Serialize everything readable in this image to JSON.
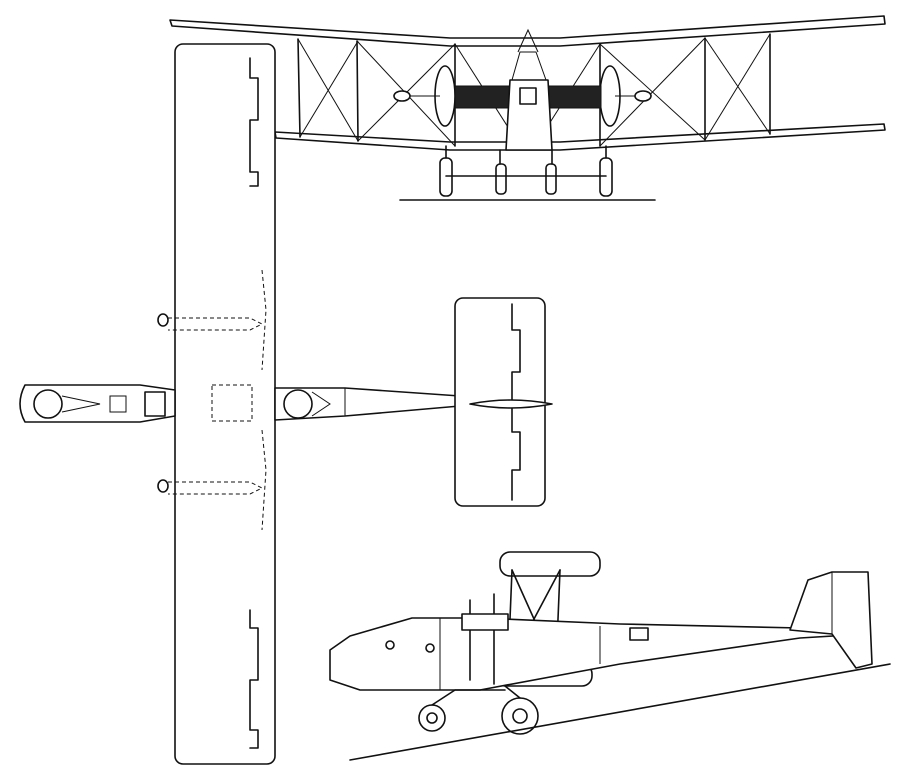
{
  "drawing": {
    "line_color": "#111111",
    "background_color": "#ffffff",
    "views": [
      "front-view",
      "plan-view",
      "side-view"
    ]
  }
}
